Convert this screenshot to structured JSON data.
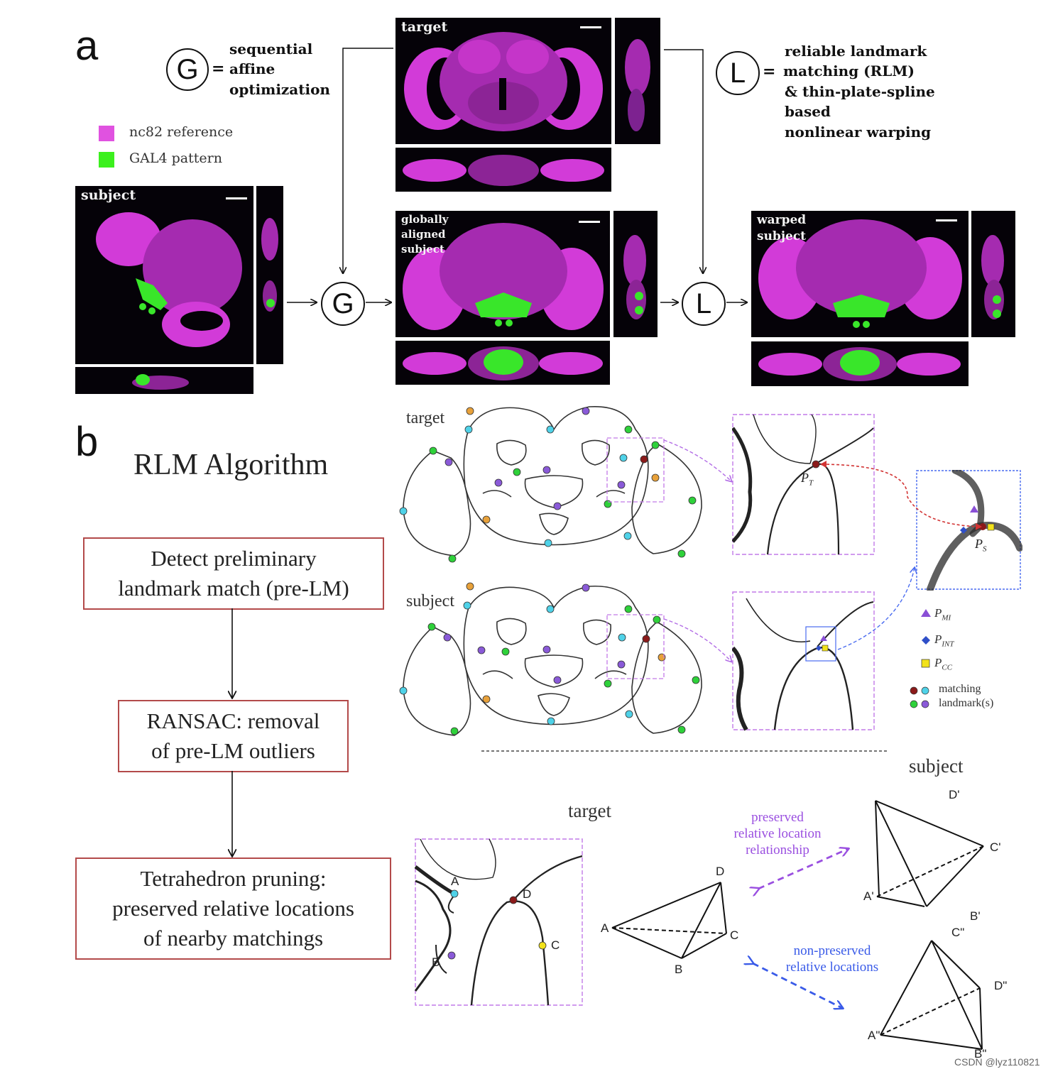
{
  "panel_a": {
    "letter": "a",
    "g_symbol": "G",
    "l_symbol": "L",
    "equals": "=",
    "g_description": [
      "sequential",
      "affine",
      "optimization"
    ],
    "l_description": [
      "reliable landmark",
      "matching (RLM)",
      "& thin-plate-spline",
      "based",
      "nonlinear warping"
    ],
    "legend": [
      {
        "label": "nc82 reference",
        "color": "#e052e0"
      },
      {
        "label": "GAL4 pattern",
        "color": "#3cf01e"
      }
    ],
    "images": {
      "target": "target",
      "subject": "subject",
      "globally_aligned": "globally\naligned\nsubject",
      "warped": "warped\nsubject"
    },
    "colors": {
      "magenta": "#d23bd8",
      "green": "#39e62a",
      "background": "#050208"
    }
  },
  "panel_b": {
    "letter": "b",
    "title": "RLM Algorithm",
    "steps": [
      "Detect preliminary\nlandmark match (pre-LM)",
      "RANSAC: removal\nof pre-LM outliers",
      "Tetrahedron pruning:\npreserved relative locations\nof nearby matchings"
    ],
    "upper_labels": {
      "target": "target",
      "subject": "subject"
    },
    "point_labels": {
      "pt": "P",
      "pt_sub": "T",
      "ps": "P",
      "ps_sub": "S"
    },
    "point_legend": [
      {
        "symbol": "triangle",
        "label": "P",
        "sub": "MI",
        "color": "#8a4fd6"
      },
      {
        "symbol": "diamond",
        "label": "P",
        "sub": "INT",
        "color": "#2f4fc8"
      },
      {
        "symbol": "square",
        "label": "P",
        "sub": "CC",
        "color": "#f2e21a"
      }
    ],
    "landmark_legend": [
      "matching",
      "landmark(s)"
    ],
    "landmark_colors": {
      "dark_red": "#8b1a1a",
      "cyan": "#4fd2e8",
      "green": "#2ed13a",
      "purple": "#8a5ad8",
      "orange": "#e8a13a"
    },
    "lower": {
      "target": "target",
      "subject": "subject",
      "points_target": [
        "A",
        "B",
        "C",
        "D"
      ],
      "tetra_target": [
        "A",
        "B",
        "C",
        "D"
      ],
      "tetra_preserved": [
        "A'",
        "B'",
        "C'",
        "D'"
      ],
      "tetra_nonpreserved": [
        "A\"",
        "B\"",
        "C\"",
        "D\""
      ],
      "preserved_text": "preserved\nrelative location\nrelationship",
      "nonpreserved_text": "non-preserved\nrelative locations"
    }
  },
  "watermark": "CSDN @lyz110821"
}
